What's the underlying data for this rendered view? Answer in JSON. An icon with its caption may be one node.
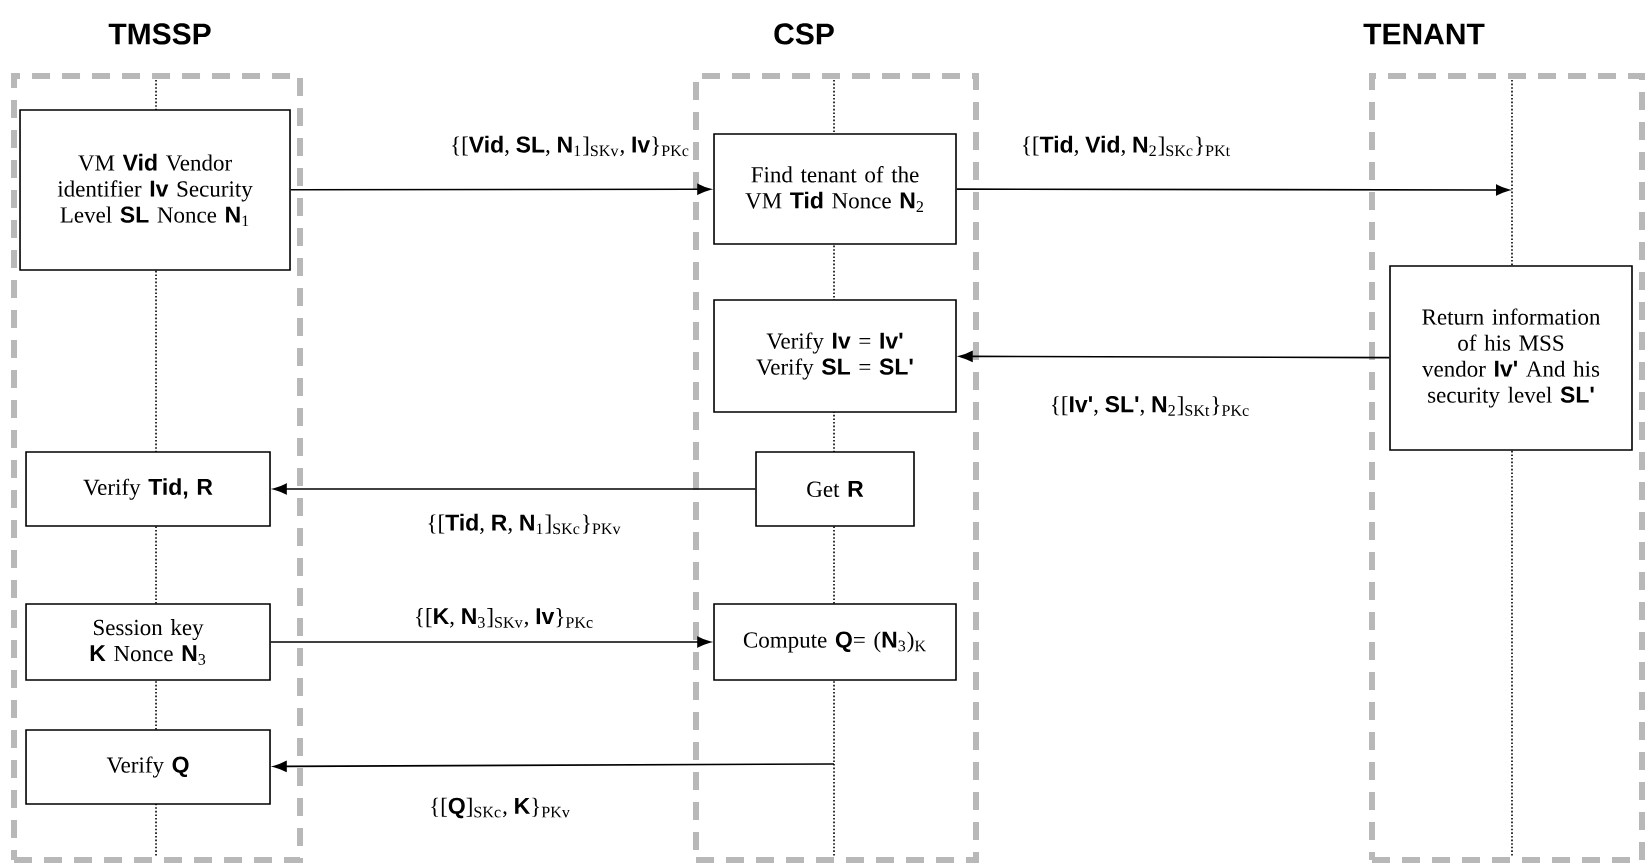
{
  "diagram": {
    "nodes": [
      {
        "text": [
          "TMSSP"
        ]
      },
      {
        "text": [
          "CSP"
        ]
      },
      {
        "text": [
          "TENANT"
        ]
      },
      {
        "text": [
          "VM **Vid** Vendor identifier **Iv** Security Level **SL** Nonce **N**$_{1}$"
        ],
        "in": 0
      },
      {
        "text": [
          "Find tenant of the VM **Tid** Nonce **N**$_{2}$"
        ],
        "in": 1
      },
      {
        "text": [
          "Verify **Iv** = **Iv'** Verify **SL** = **SL'**"
        ],
        "in": 1
      },
      {
        "text": [
          "Return information of his MSS vendor **Iv'** And his security level **SL'**"
        ],
        "in": 2
      },
      {
        "text": [
          "Verify **Tid, R**"
        ],
        "in": 0
      },
      {
        "text": [
          "Get **R**"
        ],
        "in": 1
      },
      {
        "text": [
          "Session key **K** Nonce **N**$_{3}$"
        ],
        "in": 0
      },
      {
        "text": [
          "Compute **Q**= (**N**$_{3}$)$_{K}$"
        ],
        "in": 1
      },
      {
        "text": [
          "Verify **Q**"
        ],
        "in": 0
      }
    ],
    "edges": [
      {
        "from": 3,
        "to": 4,
        "arrow": "to",
        "label": "{[**Vid**, **SL**, **N**$_{1}$]$_{SKv}$, **Iv**}$_{PKc}$"
      },
      {
        "from": 4,
        "to": null,
        "arrow": "to",
        "label": "{[**Tid**, **Vid**, **N**$_{2}$]$_{SKc}$}$_{PKt}$"
      },
      {
        "from": 6,
        "to": 5,
        "arrow": "to",
        "label": "{[**Iv'**, **SL'**, **N**$_{2}$]$_{SKt}$}$_{PKc}$"
      },
      {
        "from": 8,
        "to": 7,
        "arrow": "to",
        "label": "{[**Tid**, **R**, **N**$_{1}$]$_{SKc}$}$_{PKv}$"
      },
      {
        "from": 9,
        "to": 10,
        "arrow": "to",
        "label": "{[**K**, **N**$_{3}$]$_{SKv}$, **Iv**}$_{PKc}$"
      },
      {
        "from": null,
        "to": 11,
        "arrow": "to",
        "label": "{[**Q**]$_{SKc}$, **K**}$_{PKv}$"
      }
    ]
  }
}
